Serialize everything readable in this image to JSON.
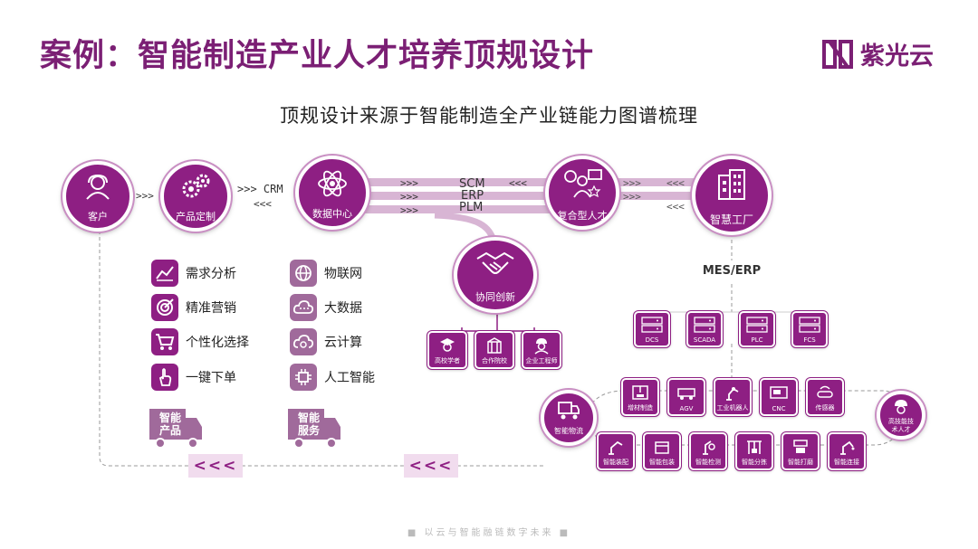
{
  "title": "案例：智能制造产业人才培养顶规设计",
  "logo_text": "紫光云",
  "subtitle": "顶规设计来源于智能制造全产业链能力图谱梳理",
  "nodes": {
    "customer": "客户",
    "product_custom": "产品定制",
    "data_center": "数据中心",
    "composite_talent": "复合型人才",
    "smart_factory": "智慧工厂",
    "collab_innovation": "协同创新",
    "smart_logistics": "智能物流"
  },
  "flow": {
    "a1": ">>>",
    "a2": ">>> CRM",
    "a3": "<<<",
    "a4": ">>>",
    "a5": ">>>",
    "a6": ">>>",
    "a7": "<<<",
    "a8": "<<<",
    "a9": "<<<",
    "scm": "SCM",
    "erp": "ERP",
    "plm": "PLM"
  },
  "features_left": [
    {
      "label": "需求分析",
      "icon": "chart-line-icon"
    },
    {
      "label": "精准营销",
      "icon": "target-icon"
    },
    {
      "label": "个性化选择",
      "icon": "cart-icon"
    },
    {
      "label": "一键下单",
      "icon": "pointer-hand-icon"
    }
  ],
  "features_right": [
    {
      "label": "物联网",
      "icon": "globe-icon"
    },
    {
      "label": "大数据",
      "icon": "cloud-data-icon"
    },
    {
      "label": "云计算",
      "icon": "cloud-compute-icon"
    },
    {
      "label": "人工智能",
      "icon": "ai-chip-icon"
    }
  ],
  "trucks": {
    "product": "智能产品",
    "service": "智能服务"
  },
  "collab_items": [
    "高校学者",
    "合作院校",
    "企业工程师"
  ],
  "mes_label": "MES/ERP",
  "systems": [
    "DCS",
    "SCADA",
    "PLC",
    "FCS"
  ],
  "equipment_row1": [
    "增材制造",
    "AGV",
    "工业机器人",
    "CNC",
    "传感器"
  ],
  "equipment_row2": [
    "智能装配",
    "智能包装",
    "智能检测",
    "智能分拣",
    "智能打磨",
    "智能连接"
  ],
  "talent_label": "高技能技术人才",
  "return_arrows": [
    "<<<",
    "<<<"
  ],
  "footer": "■ 以云与智能融链数字未来 ■",
  "colors": {
    "primary": "#8e1f83",
    "title": "#7b1f74",
    "light": "#f1dcee"
  }
}
